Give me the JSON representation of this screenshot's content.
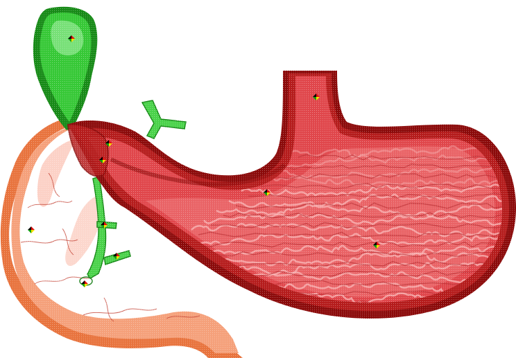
{
  "colors": {
    "background": "#ffffff",
    "gallbladder": "#36c836",
    "gallbladder_light": "#8ee88e",
    "gallbladder_dark": "#178a17",
    "duct": "#4ad24a",
    "stomach_outer": "#8b0a0a",
    "stomach_wall": "#b51c1c",
    "stomach_body": "#e0464b",
    "stomach_mucosa": "#f07a7c",
    "rugae": "#f7b0b0",
    "duodenum": "#f5a07a",
    "duodenum_light": "#fbc6b8",
    "duodenum_edge": "#e8733d",
    "vessel": "#c0392b",
    "marker_red": "#e01010",
    "marker_yellow": "#f5e400",
    "marker_green": "#10a010",
    "marker_black": "#000000"
  },
  "hotspots": [
    {
      "id": "gallbladder",
      "icon": "multicolor-marker-icon"
    },
    {
      "id": "esophagus",
      "icon": "multicolor-marker-icon"
    },
    {
      "id": "pylorus-upper",
      "icon": "multicolor-marker-icon"
    },
    {
      "id": "pylorus-lower",
      "icon": "multicolor-marker-icon"
    },
    {
      "id": "stomach-lesser-curvature",
      "icon": "multicolor-marker-icon"
    },
    {
      "id": "stomach-body",
      "icon": "multicolor-marker-icon"
    },
    {
      "id": "bile-duct-upper",
      "icon": "multicolor-marker-icon"
    },
    {
      "id": "bile-duct-lower",
      "icon": "multicolor-marker-icon"
    },
    {
      "id": "duodenum-upper",
      "icon": "multicolor-marker-icon"
    },
    {
      "id": "duodenum-papilla",
      "icon": "multicolor-marker-icon"
    }
  ]
}
